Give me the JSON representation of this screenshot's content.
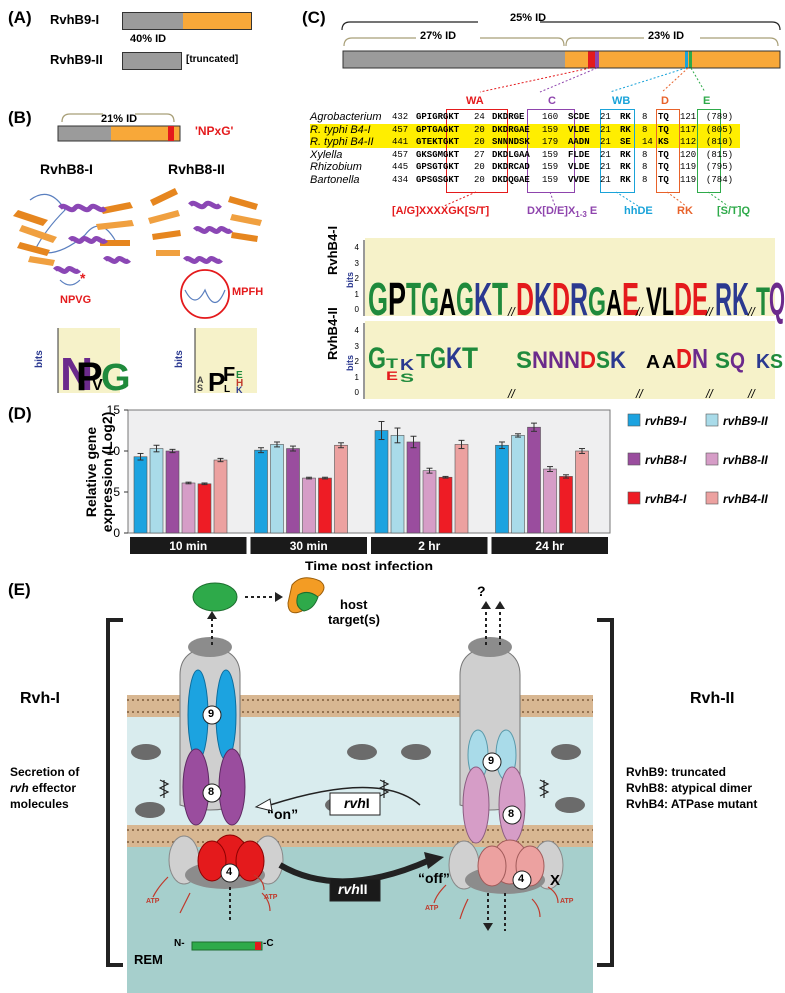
{
  "panel_a": {
    "label": "(A)",
    "row1": "RvhB9-I",
    "row2": "RvhB9-II",
    "identity": "40% ID",
    "truncated": "[truncated]"
  },
  "panel_b": {
    "label": "(B)",
    "identity": "21% ID",
    "motif": "'NPxG'",
    "left_title": "RvhB8-I",
    "right_title": "RvhB8-II",
    "left_motif": "NPVG",
    "right_motif": "MPFH",
    "bits": "bits",
    "star": "*"
  },
  "panel_c": {
    "label": "(C)",
    "id_top": "25% ID",
    "id_left": "27% ID",
    "id_right": "23% ID",
    "boxes": [
      "WA",
      "C",
      "WB",
      "D",
      "E"
    ],
    "organisms": [
      "Agrobacterium",
      "R. typhi B4-I",
      "R. typhi B4-II",
      "Xylella",
      "Rhizobium",
      "Bartonella"
    ],
    "starts": [
      "432",
      "457",
      "441",
      "457",
      "445",
      "434"
    ],
    "wa": [
      "GPIGRGKT",
      "GPTGAGKT",
      "GTEKTGKT",
      "GKSGMGKT",
      "GPSGTGKT",
      "GPSGSGKT"
    ],
    "g1": [
      "24",
      "20",
      "20",
      "27",
      "20",
      "20"
    ],
    "cseq": [
      "DKDRGE",
      "DKDRGAE",
      "SNNNDSK",
      "DKDLGAA",
      "DKDRCAD",
      "DKDQGAE"
    ],
    "g2": [
      "160",
      "159",
      "179",
      "159",
      "159",
      "159"
    ],
    "wb": [
      "SCDE",
      "VLDE",
      "AADN",
      "FLDE",
      "VLDE",
      "VVDE"
    ],
    "g3": [
      "21",
      "21",
      "21",
      "21",
      "21",
      "21"
    ],
    "dseq": [
      "RK",
      "RK",
      "SE",
      "RK",
      "RK",
      "RK"
    ],
    "g4": [
      "8",
      "8",
      "14",
      "8",
      "8",
      "8"
    ],
    "eseq": [
      "TQ",
      "TQ",
      "KS",
      "TQ",
      "TQ",
      "TQ"
    ],
    "g5": [
      "121",
      "117",
      "112",
      "120",
      "119",
      "119"
    ],
    "lens": [
      "(789)",
      "(805)",
      "(810)",
      "(815)",
      "(795)",
      "(784)"
    ],
    "cons": [
      "[A/G]XXXXGK[S/T]",
      "DX[D/E]X",
      "1-3",
      "E",
      "hhDE",
      "RK",
      "[S/T]Q"
    ],
    "logo1": "RvhB4-I",
    "logo2": "RvhB4-II",
    "bits": "bits",
    "ticks": [
      "4",
      "3",
      "2",
      "1",
      "0"
    ],
    "colors": {
      "wa": "#e41a1c",
      "c": "#8e44ad",
      "wb": "#1aa3d9",
      "d": "#e8622a",
      "e": "#2eaa4a",
      "highlight": "#ffee00"
    }
  },
  "chart_data": {
    "type": "bar",
    "label": "(D)",
    "categories": [
      "10 min",
      "30 min",
      "2 hr",
      "24 hr"
    ],
    "series": [
      {
        "name": "rvhB9-I",
        "color": "#1ca3e0",
        "values": [
          9.3,
          10.1,
          12.5,
          10.7
        ],
        "errors": [
          0.4,
          0.3,
          1.1,
          0.4
        ]
      },
      {
        "name": "rvhB9-II",
        "color": "#a9dbe9",
        "values": [
          10.3,
          10.8,
          11.9,
          11.9
        ],
        "errors": [
          0.4,
          0.3,
          0.9,
          0.2
        ]
      },
      {
        "name": "rvhB8-I",
        "color": "#9a4d9e",
        "values": [
          10.0,
          10.3,
          11.1,
          12.9
        ],
        "errors": [
          0.2,
          0.3,
          0.7,
          0.5
        ]
      },
      {
        "name": "rvhB8-II",
        "color": "#d69dc7",
        "values": [
          6.1,
          6.7,
          7.6,
          7.8
        ],
        "errors": [
          0.1,
          0.1,
          0.3,
          0.3
        ]
      },
      {
        "name": "rvhB4-I",
        "color": "#ee1c25",
        "values": [
          6.0,
          6.7,
          6.8,
          6.9
        ],
        "errors": [
          0.1,
          0.1,
          0.1,
          0.2
        ]
      },
      {
        "name": "rvhB4-II",
        "color": "#eca1a0",
        "values": [
          8.9,
          10.7,
          10.8,
          10.0
        ],
        "errors": [
          0.2,
          0.3,
          0.5,
          0.3
        ]
      }
    ],
    "ylabel": "Relative gene expression (Log2)",
    "xlabel": "Time post infection",
    "ylim": [
      0,
      15
    ],
    "yticks": [
      "15",
      "10",
      "5",
      "0"
    ],
    "grid": false,
    "legend": "right"
  },
  "panel_e": {
    "label": "(E)",
    "host": "host",
    "targets": "target(s)",
    "q": "?",
    "rvh1": "Rvh-I",
    "rvh2": "Rvh-II",
    "secretion1": "Secretion of",
    "secretion2": "effector",
    "secretion2_it": "rvh",
    "secretion3": "molecules",
    "right1": "RvhB9: truncated",
    "right2": "RvhB8: atypical dimer",
    "right3": "RvhB4: ATPase mutant",
    "on": "“on”",
    "off": "“off”",
    "rvh_it": "rvh",
    "rvh_I": "I",
    "rvh_II": "II",
    "rem": "REM",
    "n": "N-",
    "c": "-C",
    "atp": "ATP",
    "x": "X",
    "n9": "9",
    "n8": "8",
    "n4": "4"
  }
}
